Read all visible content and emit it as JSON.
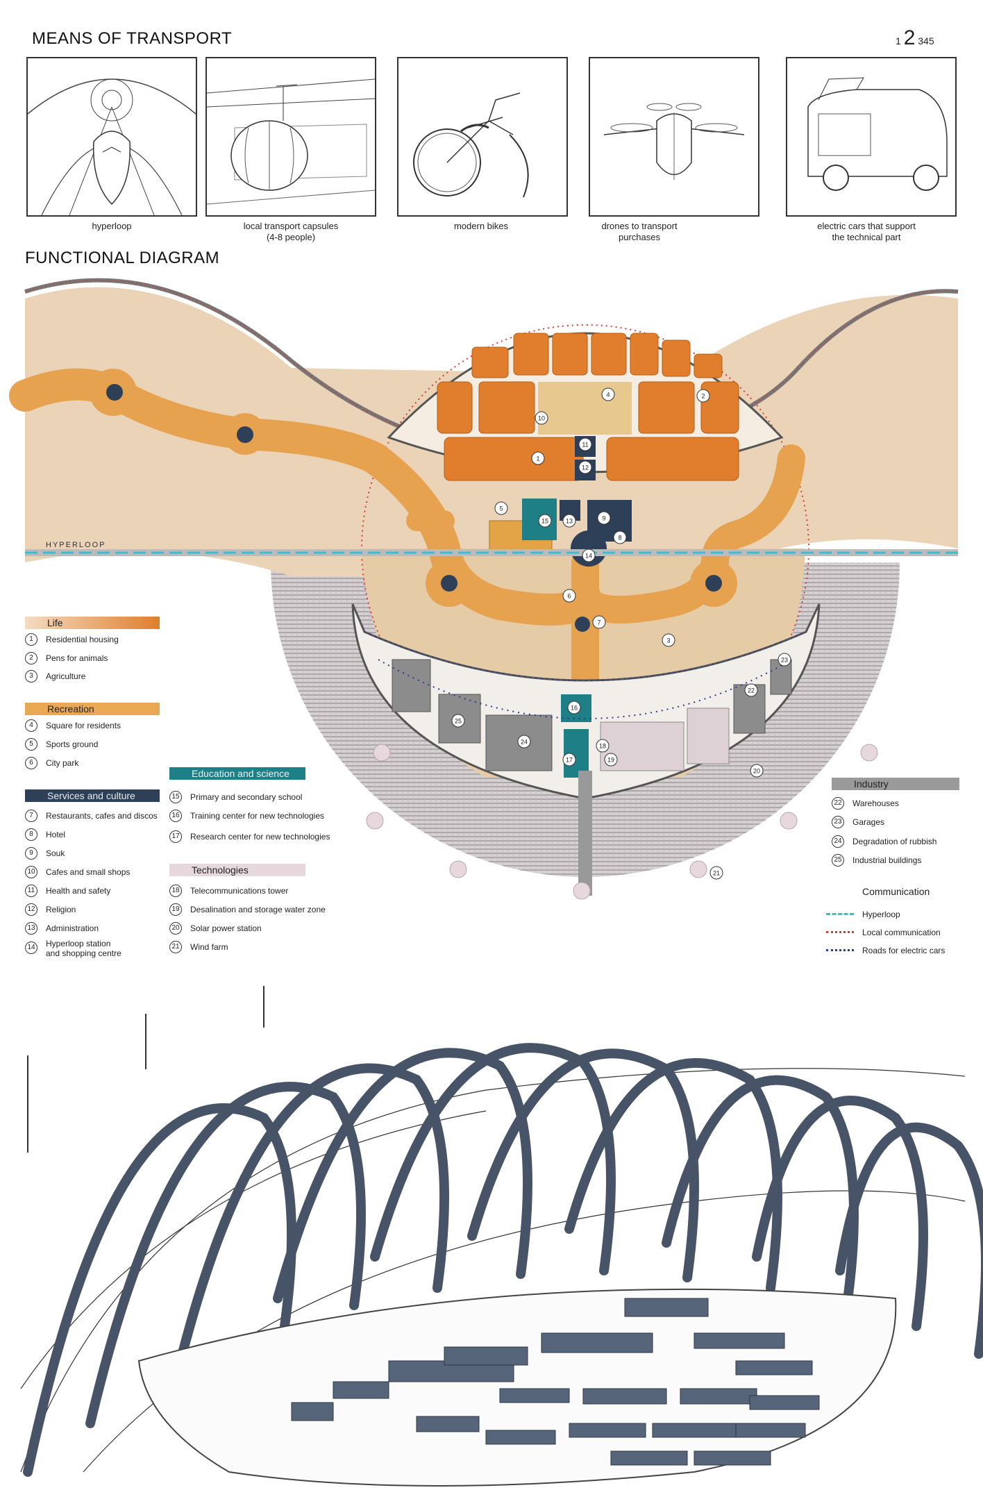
{
  "header": {
    "title": "MEANS OF TRANSPORT",
    "pager": {
      "pre": "1",
      "current": "2",
      "post": "345"
    }
  },
  "transport": [
    {
      "label": "hyperloop",
      "icon": "hyperloop-sketch-icon"
    },
    {
      "label": "local transport capsules\n(4-8 people)",
      "icon": "capsule-sketch-icon"
    },
    {
      "label": "modern bikes",
      "icon": "bike-sketch-icon"
    },
    {
      "label": "drones to transport\npurchases",
      "icon": "drone-sketch-icon"
    },
    {
      "label": "electric cars that support\nthe technical part",
      "icon": "car-sketch-icon"
    }
  ],
  "diagram": {
    "title": "FUNCTIONAL DIAGRAM",
    "hyperloop_label": "HYPERLOOP",
    "markers": [
      "1",
      "2",
      "3",
      "4",
      "5",
      "6",
      "7",
      "8",
      "9",
      "10",
      "11",
      "12",
      "13",
      "14",
      "15",
      "16",
      "17",
      "18",
      "19",
      "20",
      "21",
      "22",
      "23",
      "24",
      "25"
    ]
  },
  "legend": {
    "life": {
      "title": "Life",
      "color": "#e79b56",
      "items": [
        {
          "n": "1",
          "label": "Residential housing"
        },
        {
          "n": "2",
          "label": "Pens for animals"
        },
        {
          "n": "3",
          "label": "Agriculture"
        }
      ]
    },
    "recreation": {
      "title": "Recreation",
      "color": "#e8a855",
      "items": [
        {
          "n": "4",
          "label": "Square for residents"
        },
        {
          "n": "5",
          "label": "Sports ground"
        },
        {
          "n": "6",
          "label": "City park"
        }
      ]
    },
    "services": {
      "title": "Services and culture",
      "color": "#2e4057",
      "items": [
        {
          "n": "7",
          "label": "Restaurants, cafes and discos"
        },
        {
          "n": "8",
          "label": "Hotel"
        },
        {
          "n": "9",
          "label": "Souk"
        },
        {
          "n": "10",
          "label": "Cafes and small shops"
        },
        {
          "n": "11",
          "label": "Health and safety"
        },
        {
          "n": "12",
          "label": "Religion"
        },
        {
          "n": "13",
          "label": "Administration"
        },
        {
          "n": "14",
          "label": "Hyperloop station\nand shopping centre"
        }
      ]
    },
    "education": {
      "title": "Education and science",
      "color": "#1f7f86",
      "items": [
        {
          "n": "15",
          "label": "Primary and secondary school"
        },
        {
          "n": "16",
          "label": "Training center for new technologies"
        },
        {
          "n": "17",
          "label": "Research center for new technologies"
        }
      ]
    },
    "technologies": {
      "title": "Technologies",
      "color": "#e6d8dc",
      "items": [
        {
          "n": "18",
          "label": "Telecommunications tower"
        },
        {
          "n": "19",
          "label": "Desalination and storage water zone"
        },
        {
          "n": "20",
          "label": "Solar power station"
        },
        {
          "n": "21",
          "label": "Wind farm"
        }
      ]
    },
    "industry": {
      "title": "Industry",
      "color": "#9a9a9a",
      "items": [
        {
          "n": "22",
          "label": "Warehouses"
        },
        {
          "n": "23",
          "label": "Garages"
        },
        {
          "n": "24",
          "label": "Degradation of rubbish"
        },
        {
          "n": "25",
          "label": "Industrial buildings"
        }
      ]
    },
    "communication": {
      "title": "Communication",
      "items": [
        {
          "label": "Hyperloop",
          "color": "#3cbcd0",
          "style": "dashed"
        },
        {
          "label": "Local communication",
          "color": "#d63a2f",
          "style": "dotted"
        },
        {
          "label": "Roads for electric cars",
          "color": "#2b3c8f",
          "style": "dotted"
        }
      ]
    }
  }
}
